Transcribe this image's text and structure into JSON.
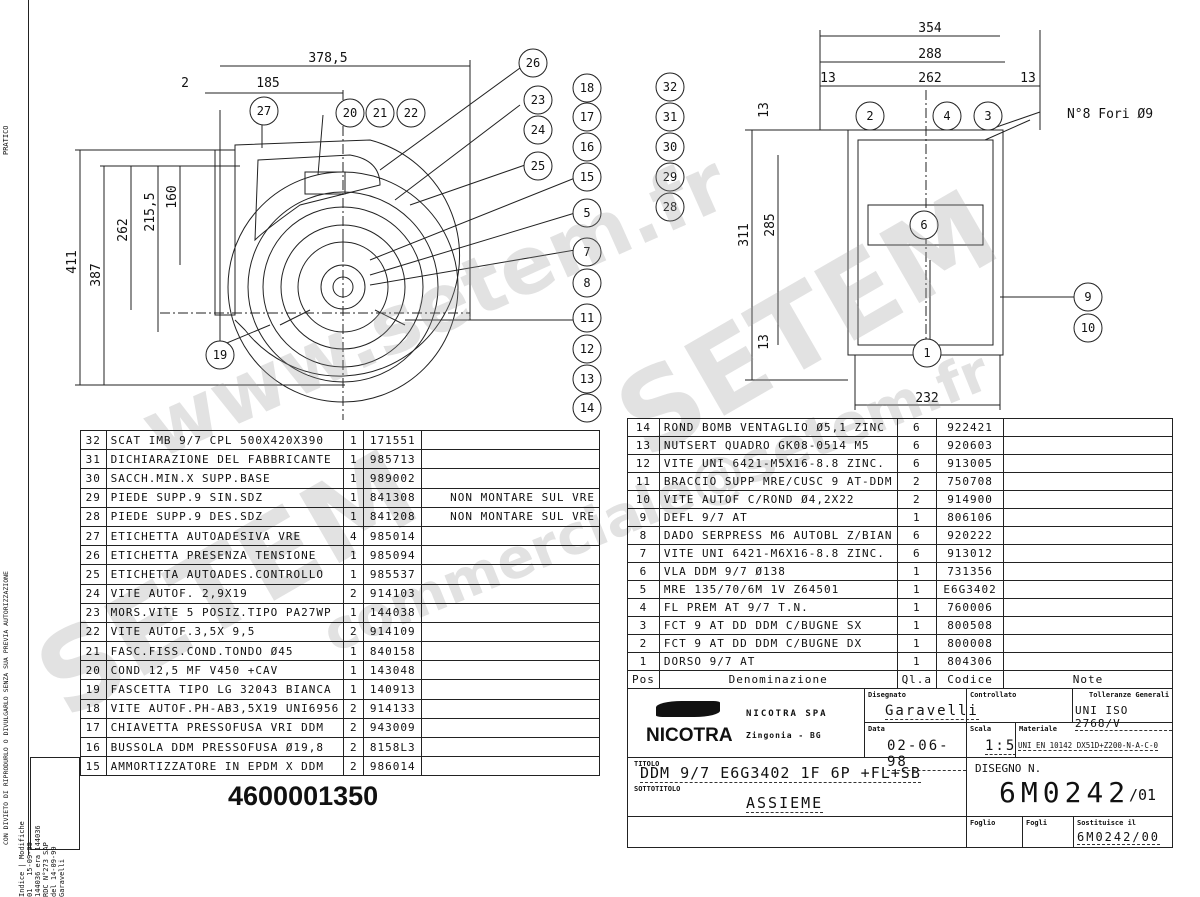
{
  "side_text": {
    "top": "PRATICO",
    "vertical": "CON DIVIETO DI RIPRODURLO O DIVULGARLO SENZA SUA PREVIA AUTORIZZAZIONE"
  },
  "revision": {
    "index_label": "Indice",
    "changes_label": "Modifiche",
    "index": "01",
    "date": "15-09-99",
    "note_lines": [
      "144036 era 144036",
      "RDC N°273  SAP",
      "del 14-09-99",
      "Garavelli"
    ]
  },
  "part_number": "4600001350",
  "front_view": {
    "dimensions": [
      "378,5",
      "2",
      "185",
      "411",
      "387",
      "262",
      "215,5",
      "160"
    ],
    "balloons": [
      "26",
      "23",
      "24",
      "25",
      "27",
      "20",
      "21",
      "22",
      "18",
      "17",
      "16",
      "15",
      "5",
      "7",
      "8",
      "11",
      "12",
      "13",
      "14",
      "19"
    ]
  },
  "side_view": {
    "dimensions": [
      "354",
      "288",
      "13",
      "262",
      "13",
      "13",
      "311",
      "285",
      "13",
      "232"
    ],
    "holes_note": "N°8 Fori Ø9",
    "balloons": [
      "32",
      "31",
      "30",
      "29",
      "28",
      "2",
      "4",
      "3",
      "6",
      "9",
      "10",
      "1"
    ]
  },
  "parts_left": [
    [
      "32",
      "SCAT IMB 9/7 CPL 500X420X390",
      "1",
      "171551",
      ""
    ],
    [
      "31",
      "DICHIARAZIONE DEL FABBRICANTE",
      "1",
      "985713",
      ""
    ],
    [
      "30",
      "SACCH.MIN.X SUPP.BASE",
      "1",
      "989002",
      ""
    ],
    [
      "29",
      "PIEDE SUPP.9 SIN.SDZ",
      "1",
      "841308",
      "NON MONTARE SUL VRE"
    ],
    [
      "28",
      "PIEDE SUPP.9 DES.SDZ",
      "1",
      "841208",
      "NON MONTARE SUL VRE"
    ],
    [
      "27",
      "ETICHETTA AUTOADESIVA VRE",
      "4",
      "985014",
      ""
    ],
    [
      "26",
      "ETICHETTA PRESENZA TENSIONE",
      "1",
      "985094",
      ""
    ],
    [
      "25",
      "ETICHETTA AUTOADES.CONTROLLO",
      "1",
      "985537",
      ""
    ],
    [
      "24",
      "VITE AUTOF. 2,9X19",
      "2",
      "914103",
      ""
    ],
    [
      "23",
      "MORS.VITE 5 POSIZ.TIPO PA27WP",
      "1",
      "144038",
      ""
    ],
    [
      "22",
      "VITE AUTOF.3,5X 9,5",
      "2",
      "914109",
      ""
    ],
    [
      "21",
      "FASC.FISS.COND.TONDO Ø45",
      "1",
      "840158",
      ""
    ],
    [
      "20",
      "COND 12,5 MF V450 +CAV",
      "1",
      "143048",
      ""
    ],
    [
      "19",
      "FASCETTA TIPO LG 32043 BIANCA",
      "1",
      "140913",
      ""
    ],
    [
      "18",
      "VITE AUTOF.PH-AB3,5X19 UNI6956",
      "2",
      "914133",
      ""
    ],
    [
      "17",
      "CHIAVETTA PRESSOFUSA VRI DDM",
      "2",
      "943009",
      ""
    ],
    [
      "16",
      "BUSSOLA DDM PRESSOFUSA Ø19,8",
      "2",
      "8158L3",
      ""
    ],
    [
      "15",
      "AMMORTIZZATORE IN EPDM X DDM",
      "2",
      "986014",
      ""
    ]
  ],
  "parts_right": [
    [
      "14",
      "ROND BOMB VENTAGLIO Ø5,1 ZINC",
      "6",
      "922421",
      ""
    ],
    [
      "13",
      "NUTSERT QUADRO GK08-0514 M5",
      "6",
      "920603",
      ""
    ],
    [
      "12",
      "VITE UNI 6421-M5X16-8.8 ZINC.",
      "6",
      "913005",
      ""
    ],
    [
      "11",
      "BRACCIO SUPP MRE/CUSC 9 AT-DDM",
      "2",
      "750708",
      ""
    ],
    [
      "10",
      "VITE AUTOF C/ROND Ø4,2X22",
      "2",
      "914900",
      ""
    ],
    [
      "9",
      "DEFL 9/7 AT",
      "1",
      "806106",
      ""
    ],
    [
      "8",
      "DADO SERPRESS M6 AUTOBL Z/BIAN",
      "6",
      "920222",
      ""
    ],
    [
      "7",
      "VITE UNI 6421-M6X16-8.8 ZINC.",
      "6",
      "913012",
      ""
    ],
    [
      "6",
      "VLA DDM 9/7 Ø138",
      "1",
      "731356",
      ""
    ],
    [
      "5",
      "MRE 135/70/6M 1V Z64501",
      "1",
      "E6G3402",
      ""
    ],
    [
      "4",
      "FL PREM AT 9/7 T.N.",
      "1",
      "760006",
      ""
    ],
    [
      "3",
      "FCT 9 AT DD DDM C/BUGNE SX",
      "1",
      "800508",
      ""
    ],
    [
      "2",
      "FCT 9 AT DD DDM C/BUGNE DX",
      "1",
      "800008",
      ""
    ],
    [
      "1",
      "DORSO 9/7 AT",
      "1",
      "804306",
      ""
    ]
  ],
  "parts_header": [
    "Pos",
    "Denominazione",
    "Ql.a",
    "Codice",
    "Note"
  ],
  "title_block": {
    "company_logo": "NICOTRA",
    "company": "NICOTRA SPA",
    "location": "Zingonia - BG",
    "drawn_label": "Disegnato",
    "drawn": "Garavelli",
    "checked_label": "Controllato",
    "checked": "",
    "tolerance_label": "Tolleranze Generali",
    "tolerance": "UNI ISO 2768/V",
    "date_label": "Data",
    "date": "02-06-98",
    "scale_label": "Scala",
    "scale": "1:5",
    "material_label": "Materiale",
    "material": "UNI EN 10142 DX51D+Z200-N-A-C-0",
    "title_label": "TITOLO",
    "title": "DDM 9/7 E6G3402 1F 6P +FL+SB",
    "subtitle_label": "SOTTOTITOLO",
    "subtitle": "ASSIEME",
    "drawing_no_label": "DISEGNO N.",
    "drawing_no": "6M0242",
    "revision": "/01",
    "sheet_label": "Foglio",
    "sheets_label": "Fogli",
    "replaces_label": "Sostituisce il",
    "replaces": "6M0242/00"
  },
  "watermarks": [
    "www.setem.fr",
    "SETEM",
    "SETEM",
    "commerciale@setem.fr"
  ]
}
